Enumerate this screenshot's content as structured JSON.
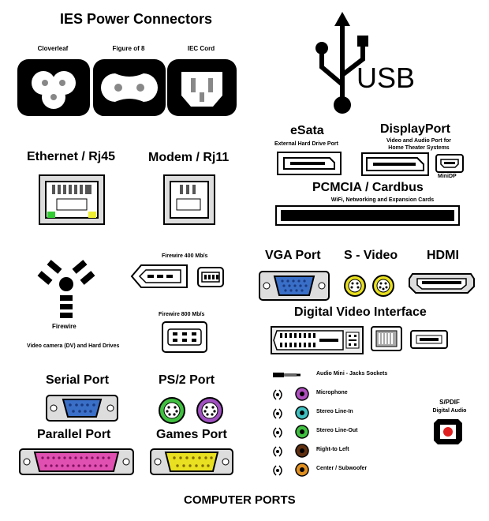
{
  "ies": {
    "title": "IES Power Connectors",
    "cloverleaf": "Cloverleaf",
    "figure8": "Figure of 8",
    "iec": "IEC Cord"
  },
  "usb": {
    "label": "USB"
  },
  "esata": {
    "title": "eSata",
    "desc": "External Hard Drive Port"
  },
  "displayport": {
    "title": "DisplayPort",
    "desc1": "Video and Audio Port for",
    "desc2": "Home Theater Systems",
    "minidp": "MiniDP"
  },
  "pcmcia": {
    "title": "PCMCIA / Cardbus",
    "desc": "WiFi, Networking and Expansion Cards"
  },
  "ethernet": {
    "title": "Ethernet / Rj45"
  },
  "modem": {
    "title": "Modem / Rj11"
  },
  "firewire": {
    "label": "Firewire",
    "desc": "Video camera (DV) and Hard Drives",
    "fw400": "Firewire 400 Mb/s",
    "fw800": "Firewire 800 Mb/s"
  },
  "vga": {
    "title": "VGA Port"
  },
  "svideo": {
    "title": "S - Video"
  },
  "hdmi": {
    "title": "HDMI"
  },
  "dvi": {
    "title": "Digital Video Interface"
  },
  "serial": {
    "title": "Serial Port"
  },
  "ps2": {
    "title": "PS/2 Port"
  },
  "parallel": {
    "title": "Parallel Port"
  },
  "games": {
    "title": "Games Port"
  },
  "audio": {
    "jack": "Audio Mini - Jacks Sockets",
    "items": [
      {
        "label": "Microphone",
        "color": "#b050c0"
      },
      {
        "label": "Stereo Line-In",
        "color": "#40c0c0"
      },
      {
        "label": "Stereo Line-Out",
        "color": "#40c040"
      },
      {
        "label": "Right-to Left",
        "color": "#603010"
      },
      {
        "label": "Center / Subwoofer",
        "color": "#e09020"
      }
    ]
  },
  "spdif": {
    "title": "S/PDIF",
    "desc": "Digital Audio"
  },
  "footer": {
    "title": "COMPUTER PORTS"
  }
}
